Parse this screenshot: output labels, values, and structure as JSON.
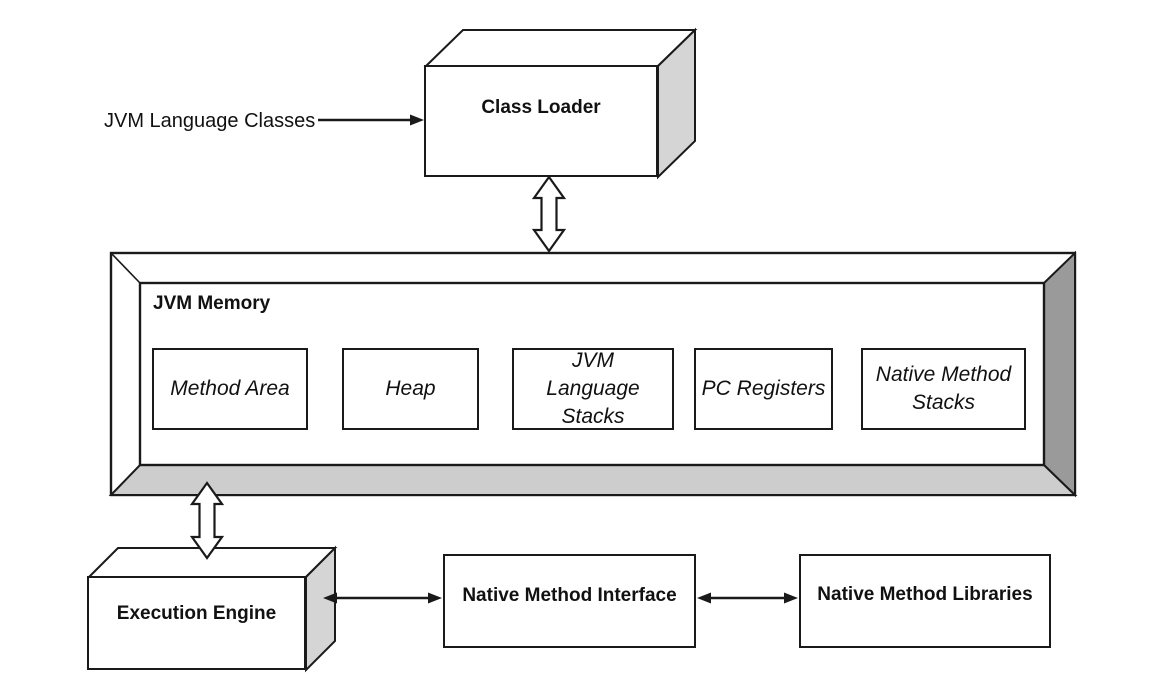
{
  "diagram": {
    "input_label": "JVM Language Classes",
    "class_loader": {
      "label": "Class Loader"
    },
    "jvm_memory": {
      "title": "JVM Memory",
      "areas": [
        {
          "label": "Method Area"
        },
        {
          "label": "Heap"
        },
        {
          "label": "JVM Language Stacks"
        },
        {
          "label": "PC Registers"
        },
        {
          "label": "Native Method Stacks"
        }
      ]
    },
    "execution_engine": {
      "label": "Execution Engine"
    },
    "native_method_interface": {
      "label": "Native Method Interface"
    },
    "native_method_libraries": {
      "label": "Native Method Libraries"
    },
    "colors": {
      "line": "#1a1a1a",
      "box_side_shade": "#d5d5d5",
      "frame_bottom_shade": "#cdcdcd",
      "frame_right_shade": "#9a9a9a",
      "background": "#ffffff"
    }
  }
}
